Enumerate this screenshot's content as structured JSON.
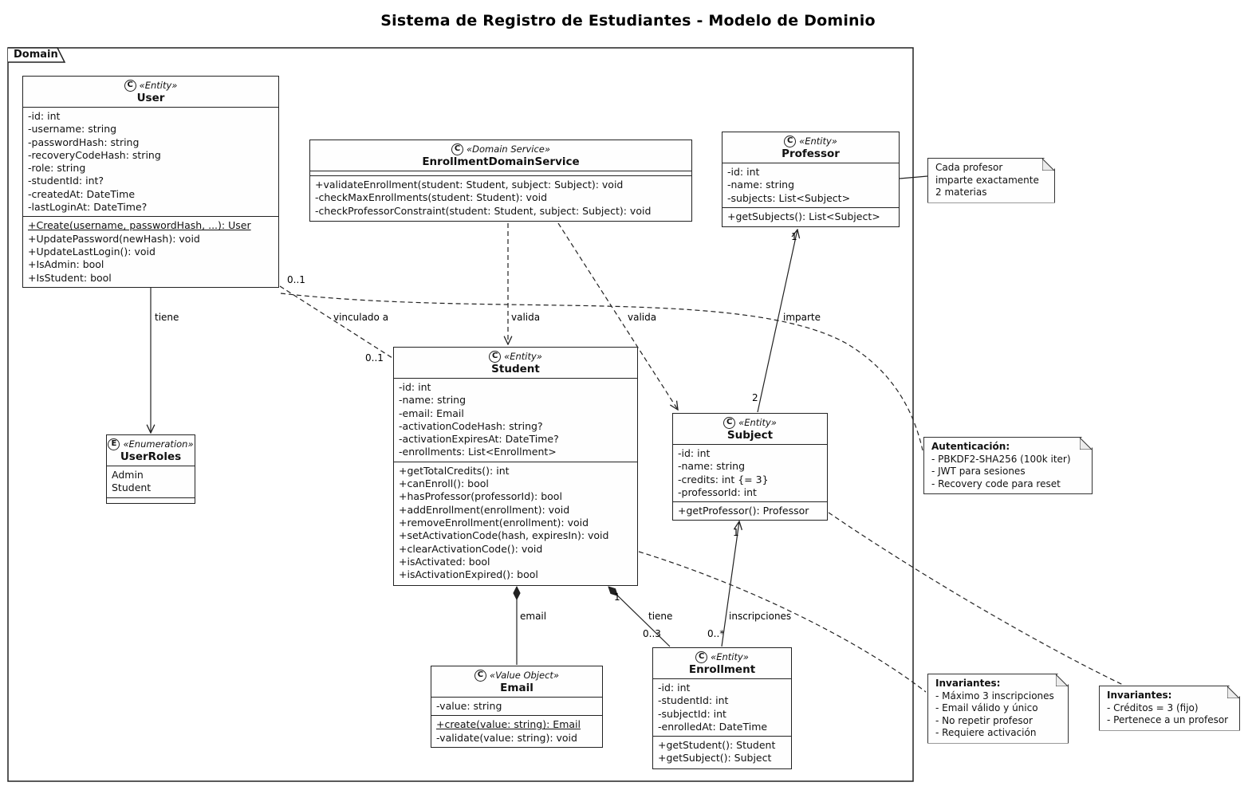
{
  "title": "Sistema de Registro de Estudiantes - Modelo de Dominio",
  "package": {
    "label": "Domain"
  },
  "classes": {
    "user": {
      "icon": "C",
      "stereotype": "«Entity»",
      "name": "User",
      "attributes": [
        "-id: int",
        "-username: string",
        "-passwordHash: string",
        "-recoveryCodeHash: string",
        "-role: string",
        "-studentId: int?",
        "-createdAt: DateTime",
        "-lastLoginAt: DateTime?"
      ],
      "methods": [
        {
          "text": "+Create(username, passwordHash, ...): User",
          "static": true
        },
        {
          "text": "+UpdatePassword(newHash): void"
        },
        {
          "text": "+UpdateLastLogin(): void"
        },
        {
          "text": "+IsAdmin: bool"
        },
        {
          "text": "+IsStudent: bool"
        }
      ]
    },
    "enrollment_service": {
      "icon": "C",
      "stereotype": "«Domain Service»",
      "name": "EnrollmentDomainService",
      "attributes": [],
      "methods": [
        {
          "text": "+validateEnrollment(student: Student, subject: Subject): void"
        },
        {
          "text": "-checkMaxEnrollments(student: Student): void"
        },
        {
          "text": "-checkProfessorConstraint(student: Student, subject: Subject): void"
        }
      ]
    },
    "professor": {
      "icon": "C",
      "stereotype": "«Entity»",
      "name": "Professor",
      "attributes": [
        "-id: int",
        "-name: string",
        "-subjects: List<Subject>"
      ],
      "methods": [
        {
          "text": "+getSubjects(): List<Subject>"
        }
      ]
    },
    "user_roles": {
      "icon": "E",
      "stereotype": "«Enumeration»",
      "name": "UserRoles",
      "attributes": [
        "Admin",
        "Student"
      ],
      "methods": []
    },
    "student": {
      "icon": "C",
      "stereotype": "«Entity»",
      "name": "Student",
      "attributes": [
        "-id: int",
        "-name: string",
        "-email: Email",
        "-activationCodeHash: string?",
        "-activationExpiresAt: DateTime?",
        "-enrollments: List<Enrollment>"
      ],
      "methods": [
        {
          "text": "+getTotalCredits(): int"
        },
        {
          "text": "+canEnroll(): bool"
        },
        {
          "text": "+hasProfessor(professorId): bool"
        },
        {
          "text": "+addEnrollment(enrollment): void"
        },
        {
          "text": "+removeEnrollment(enrollment): void"
        },
        {
          "text": "+setActivationCode(hash, expiresIn): void"
        },
        {
          "text": "+clearActivationCode(): void"
        },
        {
          "text": "+isActivated: bool"
        },
        {
          "text": "+isActivationExpired(): bool"
        }
      ]
    },
    "subject": {
      "icon": "C",
      "stereotype": "«Entity»",
      "name": "Subject",
      "attributes": [
        "-id: int",
        "-name: string",
        "-credits: int {= 3}",
        "-professorId: int"
      ],
      "methods": [
        {
          "text": "+getProfessor(): Professor"
        }
      ]
    },
    "email": {
      "icon": "C",
      "stereotype": "«Value Object»",
      "name": "Email",
      "attributes": [
        "-value: string"
      ],
      "methods": [
        {
          "text": "+create(value: string): Email",
          "static": true
        },
        {
          "text": "-validate(value: string): void"
        }
      ]
    },
    "enrollment": {
      "icon": "C",
      "stereotype": "«Entity»",
      "name": "Enrollment",
      "attributes": [
        "-id: int",
        "-studentId: int",
        "-subjectId: int",
        "-enrolledAt: DateTime"
      ],
      "methods": [
        {
          "text": "+getStudent(): Student"
        },
        {
          "text": "+getSubject(): Subject"
        }
      ]
    }
  },
  "notes": {
    "professor_note": {
      "lines": [
        "Cada profesor",
        "imparte exactamente",
        "2 materias"
      ]
    },
    "auth": {
      "title": "Autenticación:",
      "lines": [
        "- PBKDF2-SHA256 (100k iter)",
        "- JWT para sesiones",
        "- Recovery code para reset"
      ]
    },
    "invariants_student": {
      "title": "Invariantes:",
      "lines": [
        "- Máximo 3 inscripciones",
        "- Email válido y único",
        "- No repetir profesor",
        "- Requiere activación"
      ]
    },
    "invariants_subject": {
      "title": "Invariantes:",
      "lines": [
        "- Créditos = 3 (fijo)",
        "- Pertenece a un profesor"
      ]
    }
  },
  "edges": {
    "tiene_user_userroles": {
      "label": "tiene"
    },
    "vinculado": {
      "label": "vinculado a",
      "mult_user": "0..1",
      "mult_student": "0..1"
    },
    "valida_student": {
      "label": "valida"
    },
    "valida_subject": {
      "label": "valida"
    },
    "imparte": {
      "label": "imparte",
      "mult_professor": "1",
      "mult_subject": "2"
    },
    "email": {
      "label": "email"
    },
    "tiene_student_enrollment": {
      "label": "tiene",
      "mult_student": "1",
      "mult_enrollment": "0..3"
    },
    "inscripciones": {
      "label": "inscripciones",
      "mult_subject": "1",
      "mult_enrollment": "0..*"
    }
  }
}
